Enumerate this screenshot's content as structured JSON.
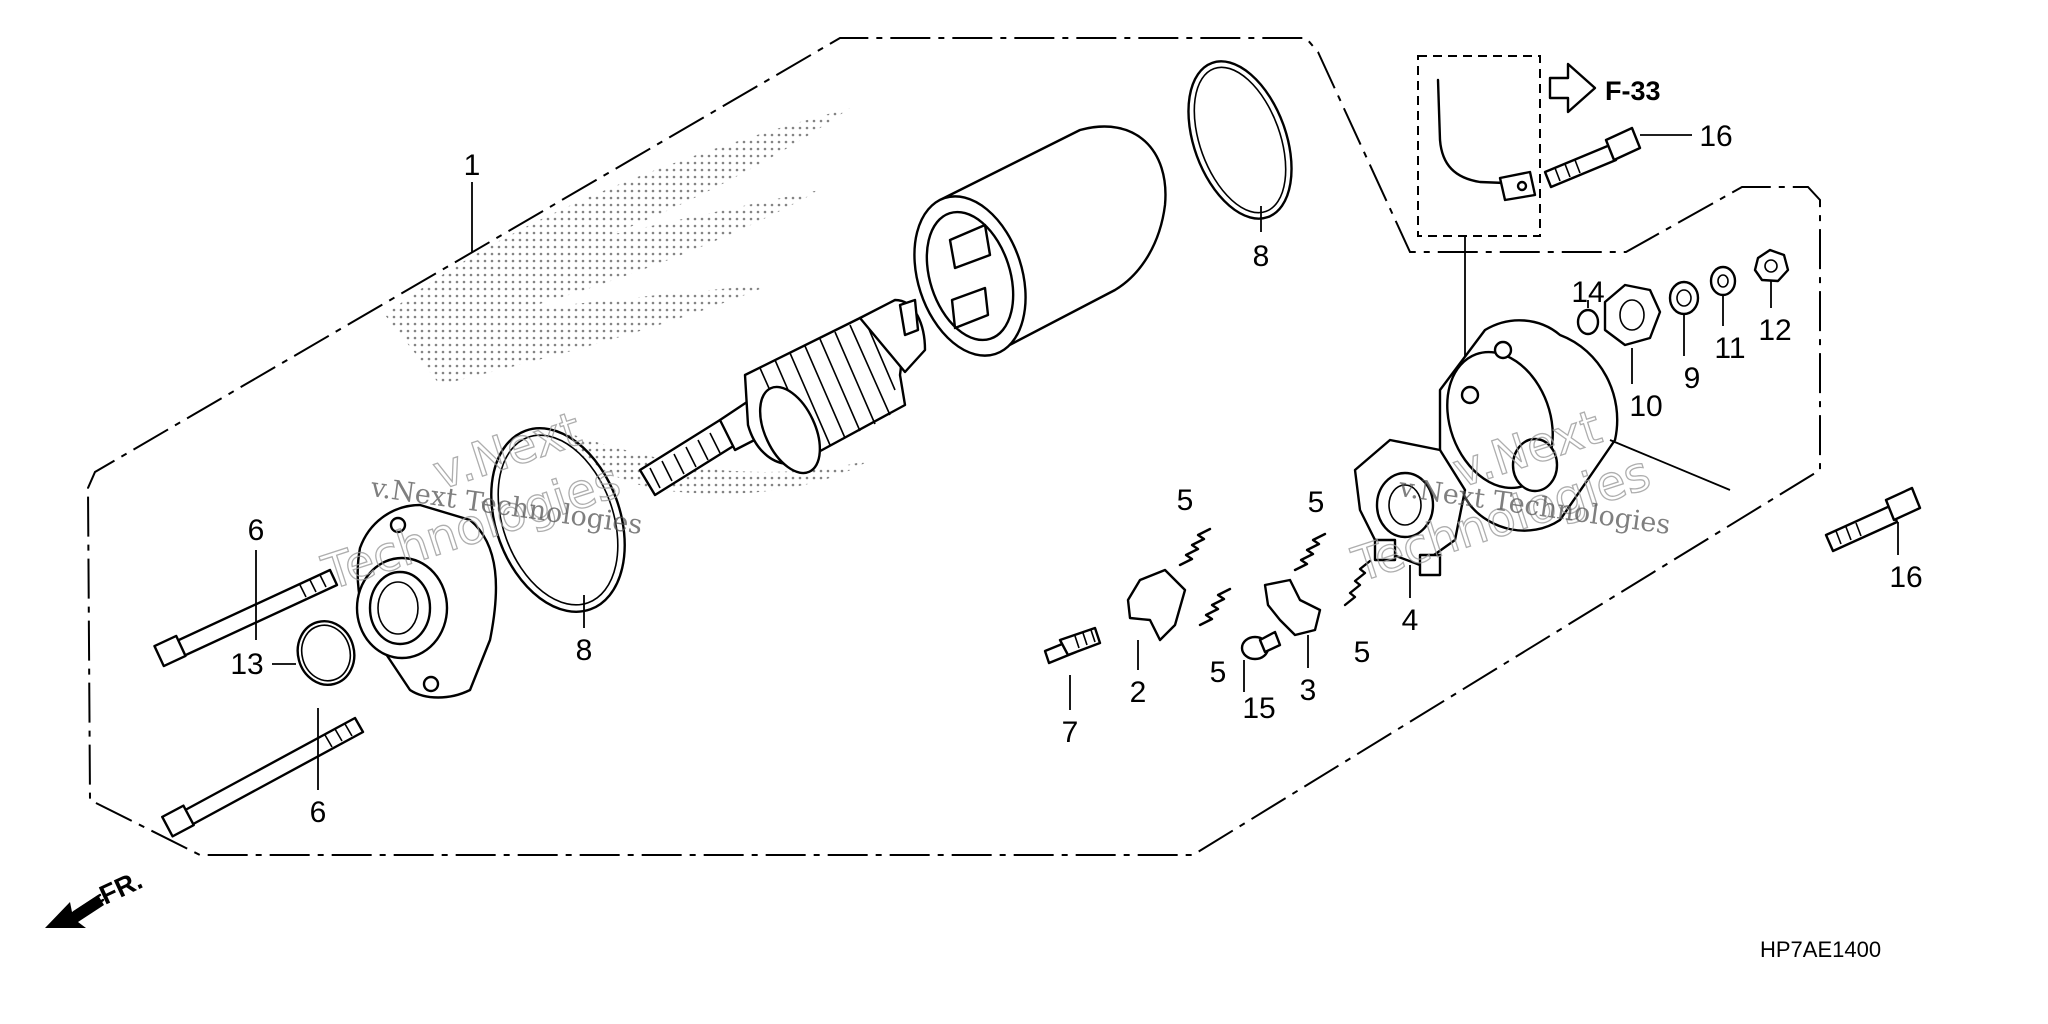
{
  "diagram": {
    "code": "HP7AE1400",
    "reference": "F-33",
    "front_label": "FR.",
    "watermark": [
      "v.Next",
      "Technologies",
      "v.Next Technologies"
    ],
    "callouts": {
      "c1": "1",
      "c2": "2",
      "c3": "3",
      "c4": "4",
      "c5a": "5",
      "c5b": "5",
      "c5c": "5",
      "c5d": "5",
      "c6a": "6",
      "c6b": "6",
      "c7": "7",
      "c8a": "8",
      "c8b": "8",
      "c9": "9",
      "c10": "10",
      "c11": "11",
      "c12": "12",
      "c13": "13",
      "c14": "14",
      "c15": "15",
      "c16a": "16",
      "c16b": "16"
    }
  },
  "icons": {
    "front": "front-arrow-icon",
    "reference": "reference-arrow-icon"
  }
}
